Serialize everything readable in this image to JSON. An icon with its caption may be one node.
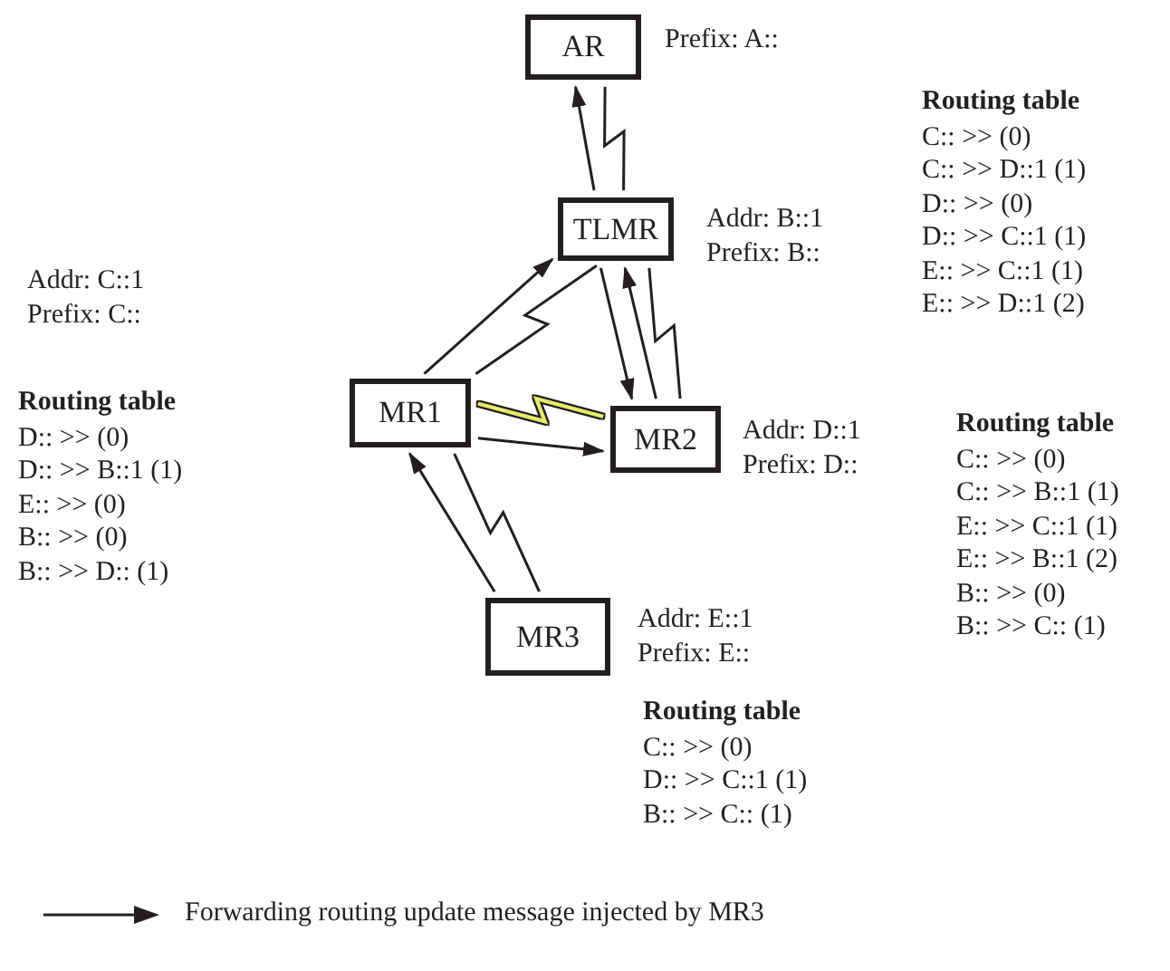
{
  "diagram": {
    "nodes": [
      {
        "text": [
          "AR"
        ],
        "beside": [
          "Prefix: A::"
        ]
      },
      {
        "text": [
          "TLMR"
        ],
        "beside": [
          "Addr: B::1",
          "Prefix: B::"
        ]
      },
      {
        "text": [
          "MR1"
        ],
        "beside": [
          "Addr: C::1",
          "Prefix: C::"
        ]
      },
      {
        "text": [
          "MR2"
        ],
        "beside": [
          "Addr: D::1",
          "Prefix: D::"
        ]
      },
      {
        "text": [
          "MR3"
        ],
        "beside": [
          "Addr: E::1",
          "Prefix: E::"
        ]
      }
    ],
    "edges": [
      {
        "from": 0,
        "to": 1,
        "arrow": "none"
      },
      {
        "from": 1,
        "to": 0,
        "arrow": "to"
      },
      {
        "from": 2,
        "to": 1,
        "arrow": "to"
      },
      {
        "from": 1,
        "to": 2,
        "arrow": "none"
      },
      {
        "from": 1,
        "to": 3,
        "arrow": "to"
      },
      {
        "from": 3,
        "to": 1,
        "arrow": "to"
      },
      {
        "from": 1,
        "to": 3,
        "arrow": "none"
      },
      {
        "from": 2,
        "to": 3,
        "arrow": "none",
        "color": "#e4ec6a"
      },
      {
        "from": 2,
        "to": 3,
        "arrow": "to"
      },
      {
        "from": 4,
        "to": 2,
        "arrow": "to"
      },
      {
        "from": 2,
        "to": 4,
        "arrow": "none"
      }
    ],
    "labels": [
      "Routing table",
      "C:: >> (0)",
      "C:: >> D::1 (1)",
      "D:: >> (0)",
      "D:: >> C::1 (1)",
      "E:: >> C::1 (1)",
      "E:: >> D::1 (2)",
      "Routing table",
      "D:: >> (0)",
      "D:: >> B::1 (1)",
      "E:: >> (0)",
      "B:: >> (0)",
      "B:: >> D:: (1)",
      "Routing table",
      "C:: >> (0)",
      "C:: >> B::1 (1)",
      "E:: >> C::1 (1)",
      "E:: >> B::1 (2)",
      "B:: >> (0)",
      "B:: >> C:: (1)",
      "Routing table",
      "C:: >> (0)",
      "D:: >> C::1 (1)",
      "B:: >> C:: (1)"
    ],
    "legend": [
      {
        "text": "Forwarding routing update message injected by MR3"
      }
    ]
  }
}
